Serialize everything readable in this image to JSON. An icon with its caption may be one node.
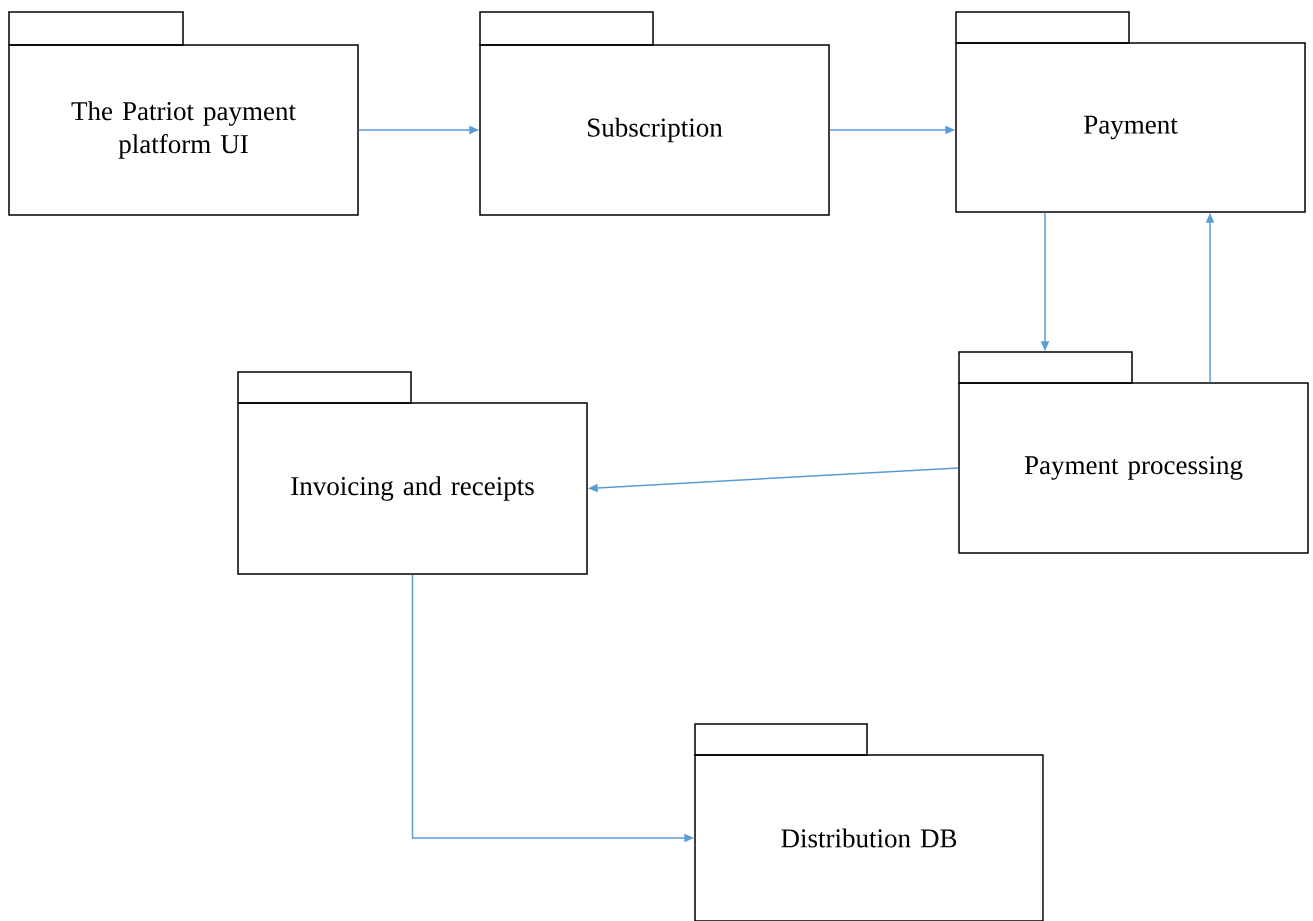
{
  "diagram": {
    "nodes": [
      {
        "text": [
          "The Patriot payment platform UI"
        ]
      },
      {
        "text": [
          "Subscription"
        ]
      },
      {
        "text": [
          "Payment"
        ]
      },
      {
        "text": [
          "Payment processing"
        ]
      },
      {
        "text": [
          "Invoicing and receipts"
        ]
      },
      {
        "text": [
          "Distribution DB"
        ]
      }
    ],
    "edges": [
      {
        "from": 0,
        "to": 1,
        "arrow": "to"
      },
      {
        "from": 1,
        "to": 2,
        "arrow": "to"
      },
      {
        "from": 2,
        "to": 3,
        "arrow": "to"
      },
      {
        "from": 3,
        "to": 2,
        "arrow": "to"
      },
      {
        "from": 3,
        "to": 4,
        "arrow": "to"
      },
      {
        "from": 4,
        "to": 5,
        "arrow": "to"
      }
    ]
  }
}
